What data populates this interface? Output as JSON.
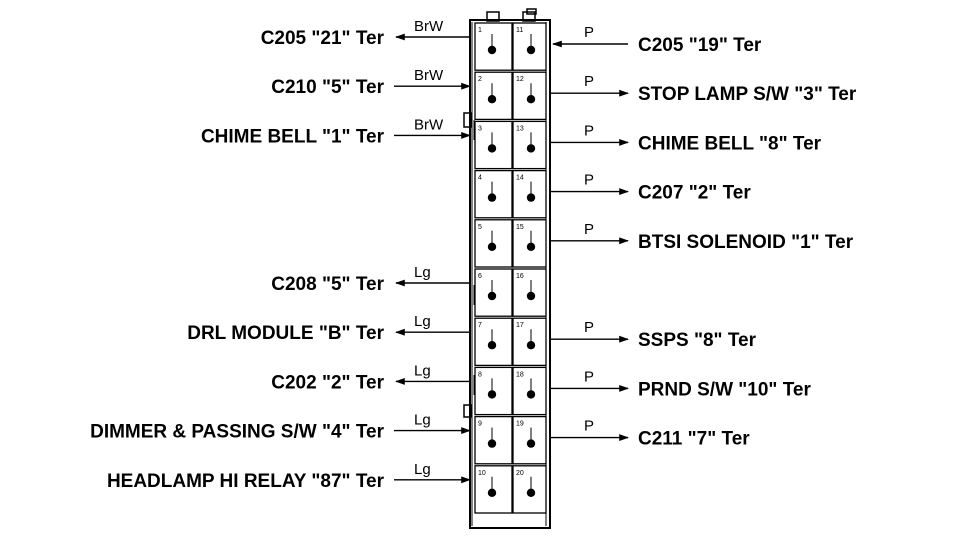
{
  "connector": {
    "pins": [
      {
        "left": "1",
        "right": "11"
      },
      {
        "left": "2",
        "right": "12"
      },
      {
        "left": "3",
        "right": "13"
      },
      {
        "left": "4",
        "right": "14"
      },
      {
        "left": "5",
        "right": "15"
      },
      {
        "left": "6",
        "right": "16"
      },
      {
        "left": "7",
        "right": "17"
      },
      {
        "left": "8",
        "right": "18"
      },
      {
        "left": "9",
        "right": "19"
      },
      {
        "left": "10",
        "right": "20"
      }
    ]
  },
  "left_circuits": [
    {
      "label": "C205 \"21\" Ter",
      "wire": "BrW",
      "direction": "out"
    },
    {
      "label": "C210 \"5\" Ter",
      "wire": "BrW",
      "direction": "in"
    },
    {
      "label": "CHIME BELL \"1\" Ter",
      "wire": "BrW",
      "direction": "in"
    },
    null,
    null,
    {
      "label": "C208 \"5\" Ter",
      "wire": "Lg",
      "direction": "out"
    },
    {
      "label": "DRL MODULE \"B\" Ter",
      "wire": "Lg",
      "direction": "out"
    },
    {
      "label": "C202 \"2\" Ter",
      "wire": "Lg",
      "direction": "out"
    },
    {
      "label": "DIMMER & PASSING S/W \"4\" Ter",
      "wire": "Lg",
      "direction": "in"
    },
    {
      "label": "HEADLAMP HI RELAY \"87\" Ter",
      "wire": "Lg",
      "direction": "in"
    }
  ],
  "right_circuits": [
    {
      "label": "C205 \"19\" Ter",
      "wire": "P",
      "direction": "in"
    },
    {
      "label": "STOP LAMP S/W \"3\" Ter",
      "wire": "P",
      "direction": "out"
    },
    {
      "label": "CHIME BELL \"8\" Ter",
      "wire": "P",
      "direction": "out"
    },
    {
      "label": "C207 \"2\" Ter",
      "wire": "P",
      "direction": "out"
    },
    {
      "label": "BTSI SOLENOID \"1\" Ter",
      "wire": "P",
      "direction": "out"
    },
    null,
    {
      "label": "SSPS \"8\" Ter",
      "wire": "P",
      "direction": "out"
    },
    {
      "label": "PRND S/W \"10\" Ter",
      "wire": "P",
      "direction": "out"
    },
    {
      "label": "C211 \"7\" Ter",
      "wire": "P",
      "direction": "out"
    },
    null
  ]
}
